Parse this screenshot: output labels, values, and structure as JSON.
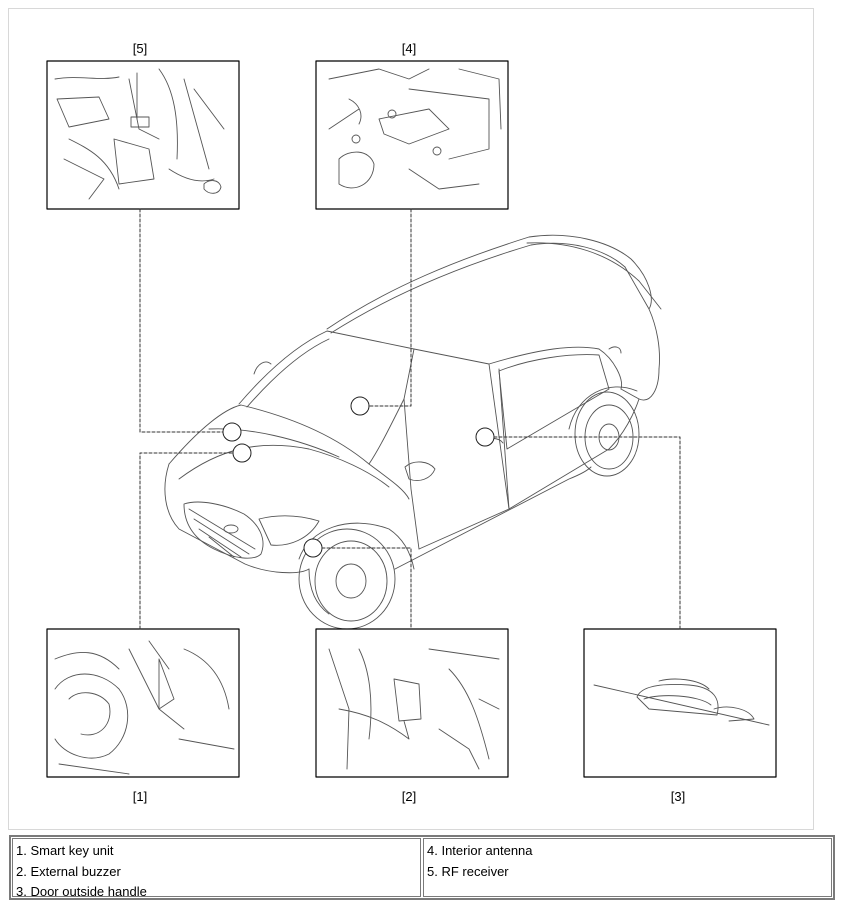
{
  "callouts": [
    {
      "id": "5",
      "label": "[5]"
    },
    {
      "id": "4",
      "label": "[4]"
    },
    {
      "id": "1",
      "label": "[1]"
    },
    {
      "id": "2",
      "label": "[2]"
    },
    {
      "id": "3",
      "label": "[3]"
    }
  ],
  "legend": {
    "left": [
      "1. Smart key unit",
      "2. External buzzer",
      "3. Door outside handle"
    ],
    "right": [
      "4. Interior antenna",
      "5. RF receiver"
    ]
  }
}
